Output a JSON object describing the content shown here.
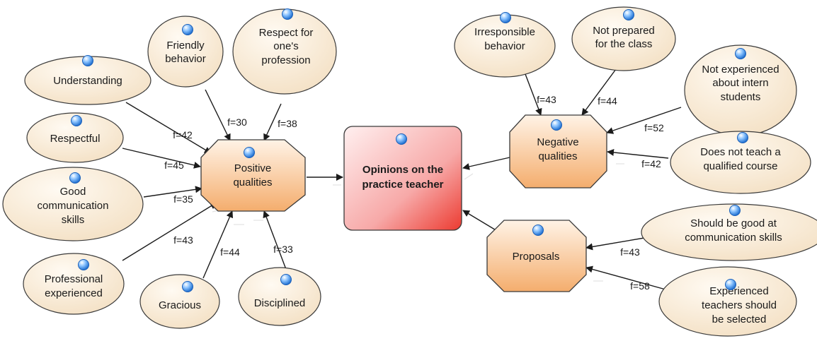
{
  "center": {
    "text": "Opinions on the practice teacher"
  },
  "hubs": {
    "positive": {
      "text": "Positive qualities"
    },
    "negative": {
      "text": "Negative qualities"
    },
    "proposals": {
      "text": "Proposals"
    }
  },
  "themes": {
    "understanding": {
      "text": "Understanding",
      "f": "f=42"
    },
    "friendly": {
      "text": "Friendly behavior",
      "f": "f=30"
    },
    "respect_prof": {
      "text": "Respect for one's profession",
      "f": "f=38"
    },
    "respectful": {
      "text": "Respectful",
      "f": "f=45"
    },
    "good_comm": {
      "text": "Good communication skills",
      "f": "f=35"
    },
    "prof_exp": {
      "text": "Professional experienced",
      "f": "f=43"
    },
    "gracious": {
      "text": "Gracious",
      "f": "f=44"
    },
    "disciplined": {
      "text": "Disciplined",
      "f": "f=33"
    },
    "irresponsible": {
      "text": "Irresponsible behavior",
      "f": "f=43"
    },
    "not_prepared": {
      "text": "Not prepared for the class",
      "f": "f=44"
    },
    "not_experienced": {
      "text": "Not experienced about intern students",
      "f": "f=52"
    },
    "not_qualified": {
      "text": "Does not teach a qualified course",
      "f": "f=42"
    },
    "should_comm": {
      "text": "Should be good at communication skills",
      "f": "f=43"
    },
    "exp_teachers": {
      "text": "Experienced teachers should be selected",
      "f": "f=58"
    }
  },
  "colors": {
    "ellipse_fill": "#f9ecd8",
    "hub_fill": "#f8c89a",
    "core_fill": "#f07a78",
    "outline": "#3a3a3a",
    "marker": "#2f86e0"
  }
}
